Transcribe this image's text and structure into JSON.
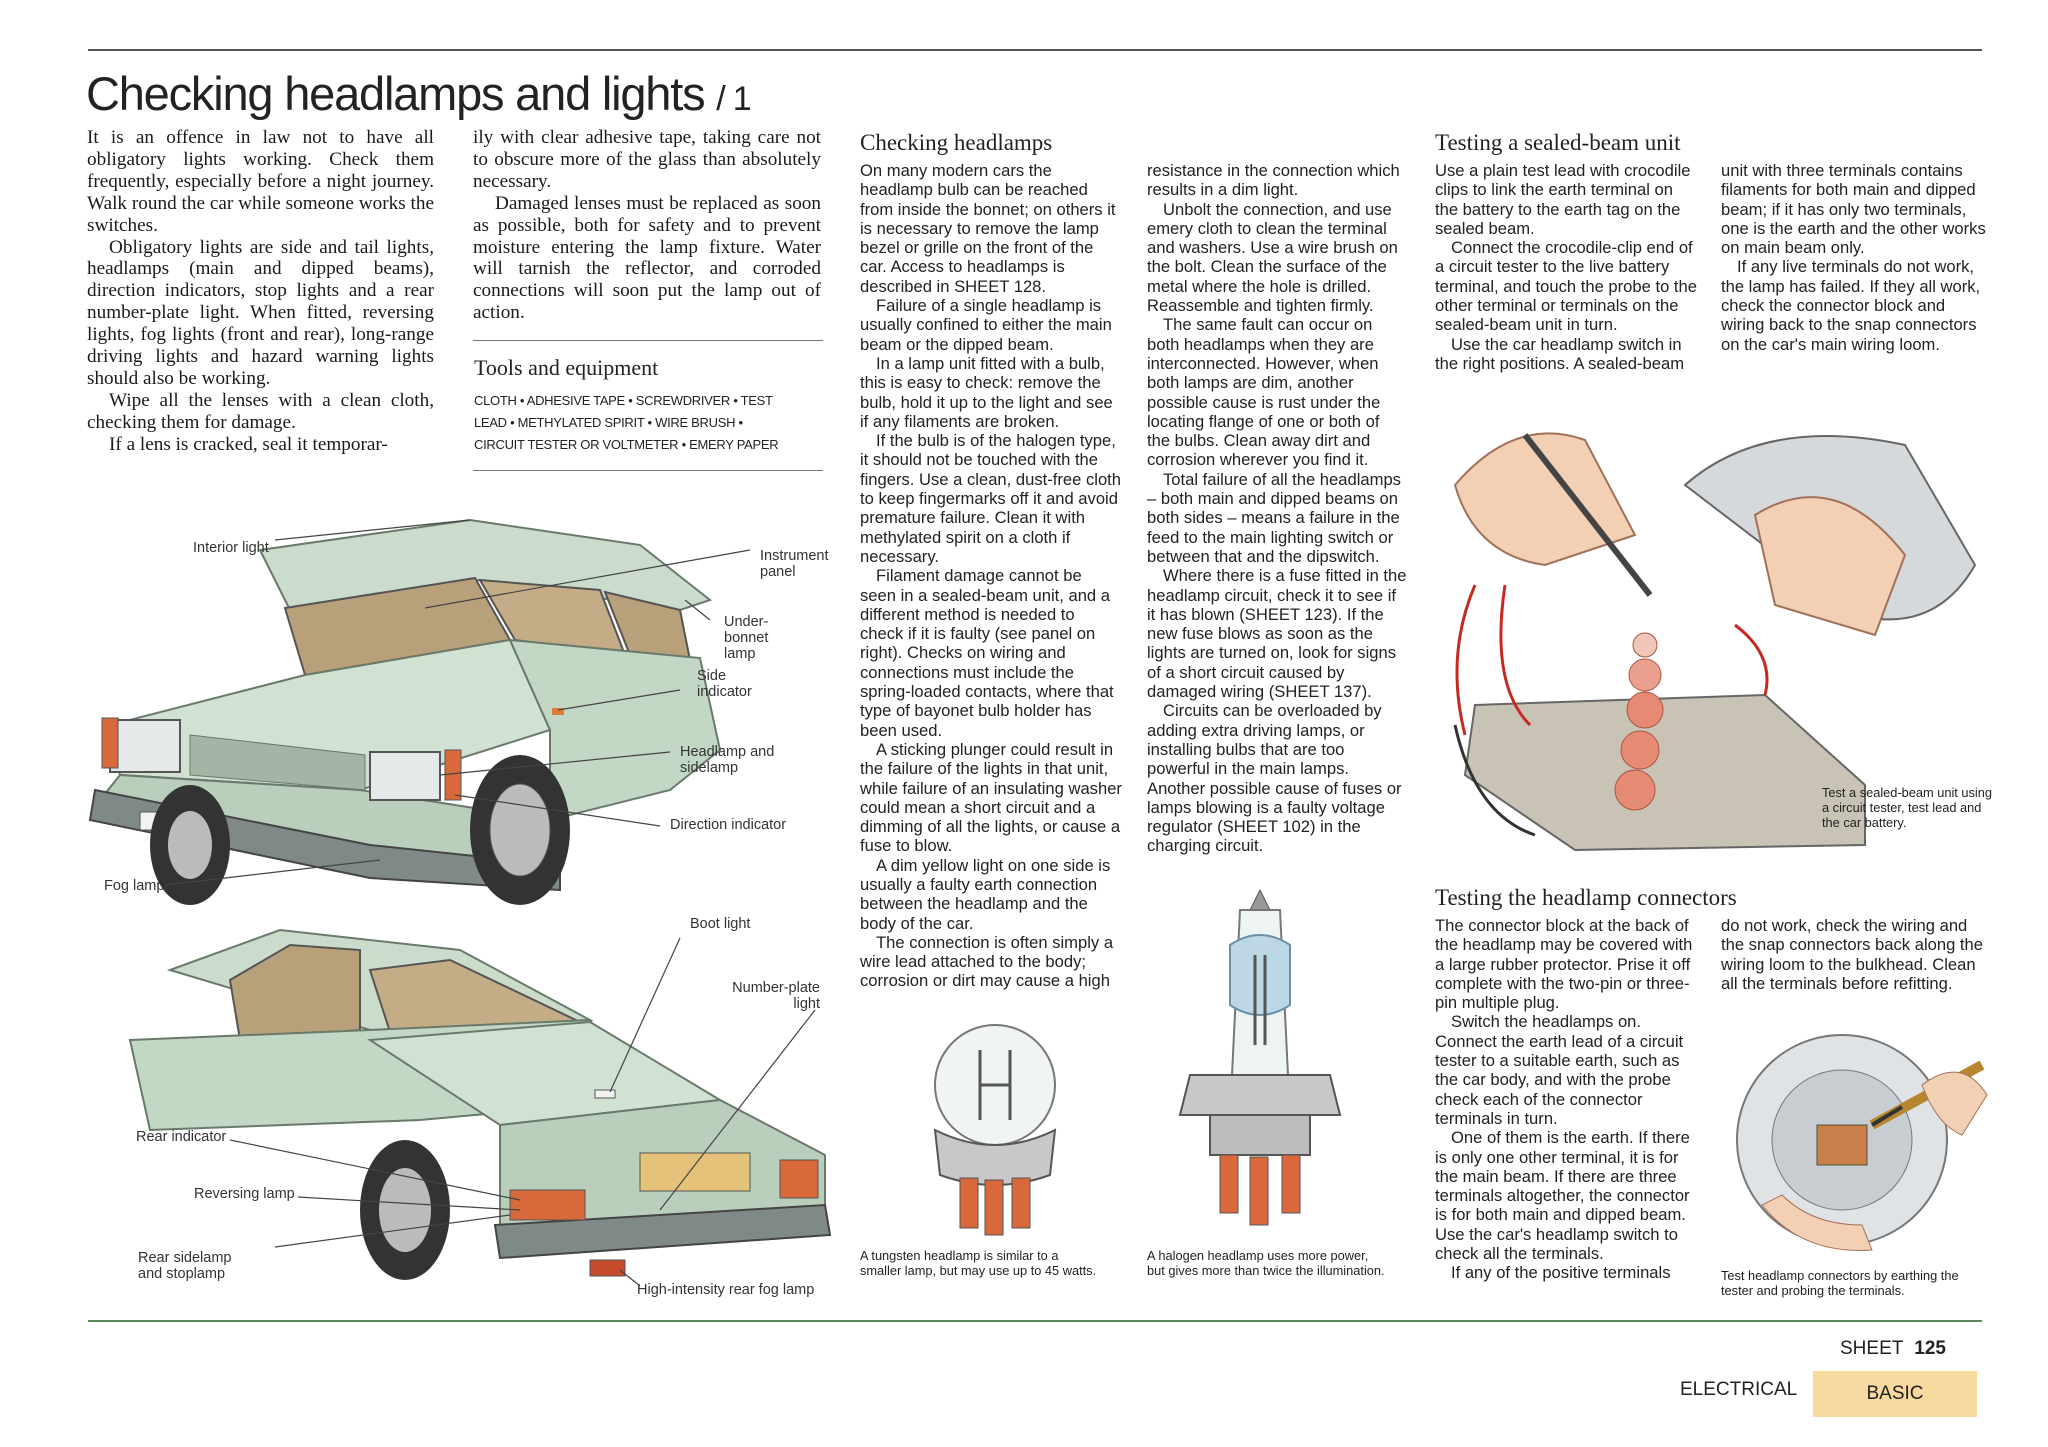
{
  "page": {
    "title": "Checking headlamps and lights",
    "title_suffix": "/ 1"
  },
  "intro": {
    "p1": "It is an offence in law not to have all obligatory lights working. Check them frequently, especially before a night journey. Walk round the car while someone works the switches.",
    "p2": "Obligatory lights are side and tail lights, headlamps (main and dipped beams), direction indicators, stop lights and a rear number-plate light. When fitted, reversing lights, fog lights (front and rear), long-range driving lights and hazard warning lights should also be working.",
    "p3": "Wipe all the lenses with a clean cloth, checking them for damage.",
    "p4": "If a lens is cracked, seal it temporar-",
    "p5": "ily with clear adhesive tape, taking care not to obscure more of the glass than absolutely necessary.",
    "p6": "Damaged lenses must be replaced as soon as possible, both for safety and to prevent moisture entering the lamp fixture. Water will tarnish the reflector, and corroded connections will soon put the lamp out of action."
  },
  "tools": {
    "heading": "Tools and equipment",
    "line1": "CLOTH  •  ADHESIVE TAPE  •  SCREWDRIVER  •  TEST",
    "line2": "LEAD  •  METHYLATED SPIRIT  •  WIRE BRUSH  •",
    "line3": "CIRCUIT TESTER OR VOLTMETER  •  EMERY PAPER"
  },
  "car_labels": {
    "interior_light": "Interior light",
    "instrument_panel": "Instrument panel",
    "underbonnet_lamp": "Under-bonnet lamp",
    "side_indicator": "Side indicator",
    "headlamp_sidelamp": "Headlamp and sidelamp",
    "direction_indicator": "Direction indicator",
    "fog_lamp": "Fog lamp",
    "boot_light": "Boot light",
    "number_plate_light": "Number-plate light",
    "rear_indicator": "Rear indicator",
    "reversing_lamp": "Reversing lamp",
    "rear_sidelamp": "Rear sidelamp and stoplamp",
    "rear_fog_lamp": "High-intensity rear fog lamp"
  },
  "checking": {
    "heading": "Checking headlamps",
    "col1": [
      "On many modern cars the headlamp bulb can be reached from inside the bonnet; on others it is necessary to remove the lamp bezel or grille on the front of the car. Access to headlamps is described in SHEET 128.",
      "Failure of a single headlamp is usually confined to either the main beam or the dipped beam.",
      "In a lamp unit fitted with a bulb, this is easy to check: remove the bulb, hold it up to the light and see if any filaments are broken.",
      "If the bulb is of the halogen type, it should not be touched with the fingers. Use a clean, dust-free cloth to keep fingermarks off it and avoid premature failure. Clean it with methylated spirit on a cloth if necessary.",
      "Filament damage cannot be seen in a sealed-beam unit, and a different method is needed to check if it is faulty (see panel on right). Checks on wiring and connections must include the spring-loaded contacts, where that type of bayonet bulb holder has been used.",
      "A sticking plunger could result in the failure of the lights in that unit, while failure of an insulating washer could mean a short circuit and a dimming of all the lights, or cause a fuse to blow.",
      "A dim yellow light on one side is usually a faulty earth connection between the headlamp and the body of the car.",
      "The connection is often simply a wire lead attached to the body; corrosion or dirt may cause a high"
    ],
    "col2": [
      "resistance in the connection which results in a dim light.",
      "Unbolt the connection, and use emery cloth to clean the terminal and washers. Use a wire brush on the bolt. Clean the surface of the metal where the hole is drilled. Reassemble and tighten firmly.",
      "The same fault can occur on both headlamps when they are interconnected. However, when both lamps are dim, another possible cause is rust under the locating flange of one or both of the bulbs. Clean away dirt and corrosion wherever you find it.",
      "Total failure of all the headlamps – both main and dipped beams on both sides – means a failure in the feed to the main lighting switch or between that and the dipswitch.",
      "Where there is a fuse fitted in the headlamp circuit, check it to see if it has blown (SHEET 123). If the new fuse blows as soon as the lights are turned on, look for signs of a short circuit caused by damaged wiring (SHEET 137).",
      "Circuits can be overloaded by adding extra driving lamps, or installing bulbs that are too powerful in the main lamps. Another possible cause of fuses or lamps blowing is a faulty voltage regulator (SHEET 102) in the charging circuit."
    ]
  },
  "bulb_captions": {
    "tungsten": "A tungsten headlamp is similar to a smaller lamp, but may use up to 45 watts.",
    "halogen": "A halogen headlamp uses more power, but gives more than twice the illumination."
  },
  "sealed_beam": {
    "heading": "Testing a sealed-beam unit",
    "col1": [
      "Use a plain test lead with crocodile clips to link the earth terminal on the battery to the earth tag on the sealed beam.",
      "Connect the crocodile-clip end of a circuit tester to the live battery terminal, and touch the probe to the other terminal or terminals on the sealed-beam unit in turn.",
      "Use the car headlamp switch in the right positions. A sealed-beam"
    ],
    "col2": [
      "unit with three terminals contains filaments for both main and dipped beam; if it has only two terminals, one is the earth and the other works on main beam only.",
      "If any live terminals do not work, the lamp has failed. If they all work, check the connector block and wiring back to the snap connectors on the car's main wiring loom."
    ],
    "caption": "Test a sealed-beam unit using a circuit tester, test lead and the car battery."
  },
  "connectors": {
    "heading": "Testing the headlamp connectors",
    "col1": [
      "The connector block at the back of the headlamp may be covered with a large rubber protector. Prise it off complete with the two-pin or three-pin multiple plug.",
      "Switch the headlamps on. Connect the earth lead of a circuit tester to a suitable earth, such as the car body, and with the probe check each of the connector terminals in turn.",
      "One of them is the earth. If there is only one other terminal, it is for the main beam. If there are three terminals altogether, the connector is for both main and dipped beam. Use the car's headlamp switch to check all the terminals.",
      "If any of the positive terminals"
    ],
    "col2": [
      "do not work, check the wiring and the snap connectors back along the wiring loom to the bulkhead. Clean all the terminals before refitting."
    ],
    "caption": "Test headlamp connectors by earthing the tester and probing the terminals."
  },
  "footer": {
    "sheet_label": "SHEET",
    "sheet_number": "125",
    "section": "ELECTRICAL",
    "level": "BASIC"
  },
  "colors": {
    "car_body": "#c9dccb",
    "level_badge": "#f8d9a0",
    "footer_rule": "#5a8a5a"
  }
}
